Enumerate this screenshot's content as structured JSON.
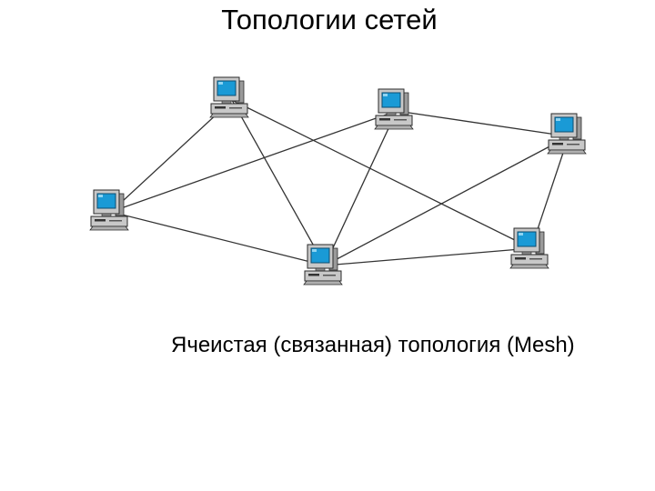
{
  "slide": {
    "title": "Топологии сетей",
    "caption": "Ячеистая (связанная) топология (Mesh)"
  },
  "diagram": {
    "type": "mesh-network",
    "nodes": [
      {
        "id": "pc-1",
        "icon": "computer-icon"
      },
      {
        "id": "pc-2",
        "icon": "computer-icon"
      },
      {
        "id": "pc-3",
        "icon": "computer-icon"
      },
      {
        "id": "pc-4",
        "icon": "computer-icon"
      },
      {
        "id": "pc-5",
        "icon": "computer-icon"
      },
      {
        "id": "pc-6",
        "icon": "computer-icon"
      }
    ],
    "links": [
      [
        "pc-1",
        "pc-4"
      ],
      [
        "pc-1",
        "pc-5"
      ],
      [
        "pc-1",
        "pc-6"
      ],
      [
        "pc-2",
        "pc-4"
      ],
      [
        "pc-2",
        "pc-3"
      ],
      [
        "pc-2",
        "pc-5"
      ],
      [
        "pc-3",
        "pc-6"
      ],
      [
        "pc-3",
        "pc-5"
      ],
      [
        "pc-4",
        "pc-5"
      ],
      [
        "pc-5",
        "pc-6"
      ]
    ],
    "colors": {
      "line": "#333333",
      "screen": "#1a9ad6",
      "case": "#c8c8c8",
      "outline": "#2a2a2a"
    }
  }
}
